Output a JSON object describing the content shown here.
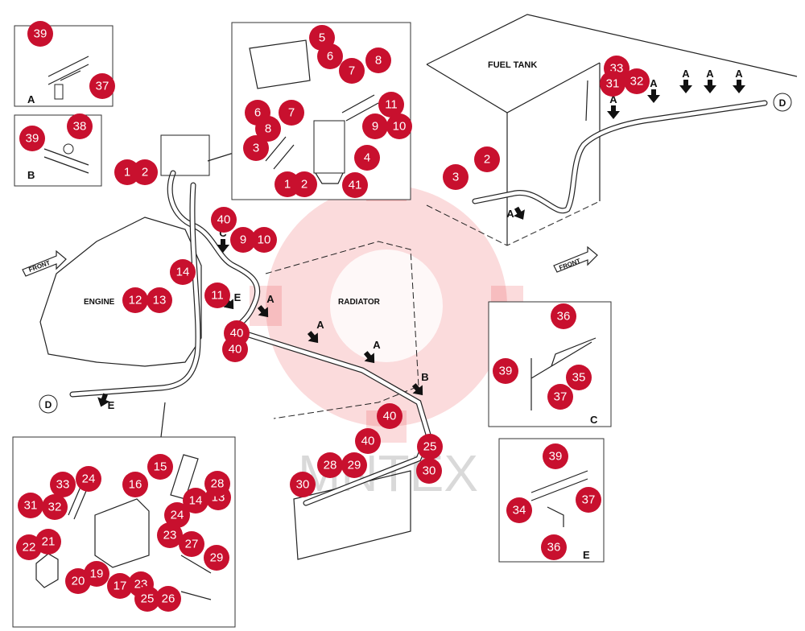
{
  "labels": {
    "fuel_tank": "FUEL TANK",
    "engine": "ENGINE",
    "radiator": "RADIATOR",
    "front": "FRONT",
    "watermark": "MNTEX",
    "inset_a": "A",
    "inset_b": "B",
    "inset_c": "C",
    "inset_e": "E",
    "conn_d": "D"
  },
  "colors": {
    "badge": "#c8102e",
    "watermark": "#e8353b",
    "line": "#222222"
  },
  "badges": [
    "39",
    "37",
    "39",
    "38",
    "5",
    "6",
    "7",
    "8",
    "6",
    "7",
    "8",
    "3",
    "11",
    "9",
    "10",
    "4",
    "1",
    "2",
    "41",
    "1",
    "2",
    "40",
    "9",
    "10",
    "14",
    "12",
    "13",
    "11",
    "40",
    "40",
    "33",
    "31",
    "32",
    "2",
    "3",
    "36",
    "39",
    "35",
    "37",
    "40",
    "40",
    "25",
    "28",
    "29",
    "30",
    "30",
    "39",
    "34",
    "37",
    "36",
    "15",
    "16",
    "24",
    "33",
    "31",
    "32",
    "14",
    "13",
    "24",
    "23",
    "27",
    "29",
    "22",
    "21",
    "20",
    "19",
    "17",
    "23",
    "25",
    "26",
    "28"
  ],
  "arrows": [
    "A",
    "A",
    "A",
    "A",
    "A",
    "A",
    "A",
    "A",
    "A",
    "B",
    "C",
    "E",
    "E"
  ]
}
